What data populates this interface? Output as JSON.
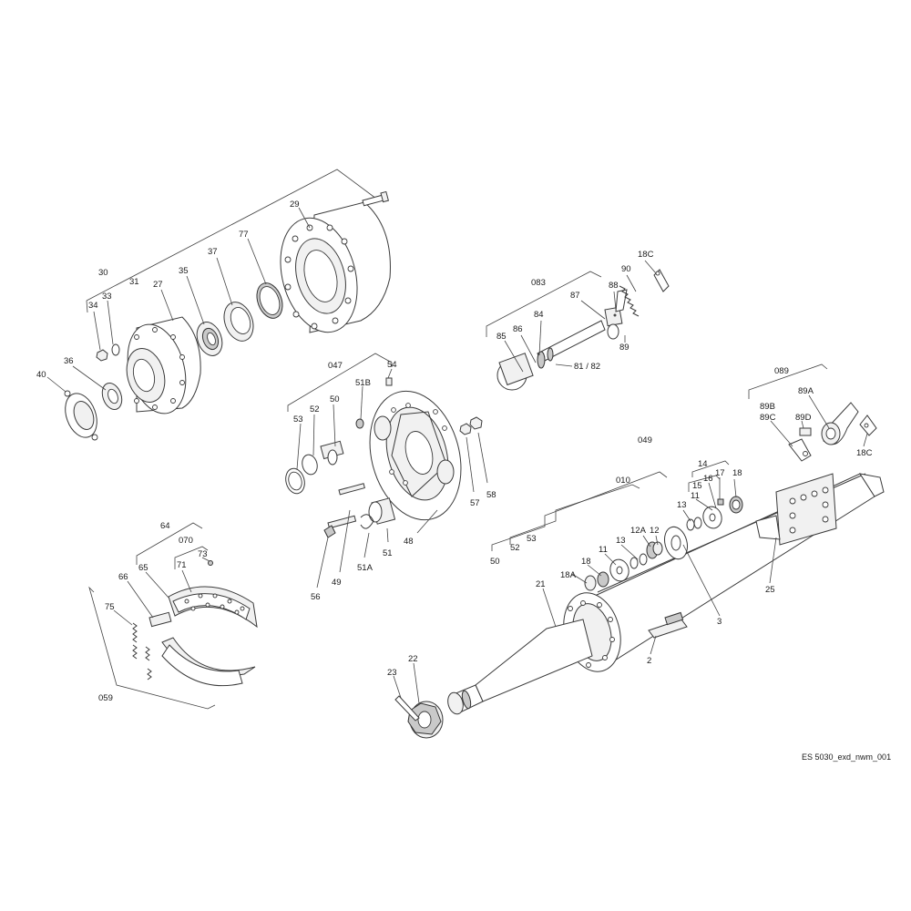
{
  "drawing_ref": "ES 5030_exd_nwm_001",
  "labels": {
    "l29": "29",
    "l77": "77",
    "l37": "37",
    "l35": "35",
    "l27": "27",
    "l31": "31",
    "l30": "30",
    "l33": "33",
    "l34": "34",
    "l36": "36",
    "l40": "40",
    "l047": "047",
    "l54": "54",
    "l51B": "51B",
    "l50a": "50",
    "l52a": "52",
    "l53a": "53",
    "l57": "57",
    "l58": "58",
    "l48": "48",
    "l51": "51",
    "l51A": "51A",
    "l49": "49",
    "l56": "56",
    "l64": "64",
    "l070": "070",
    "l73": "73",
    "l71": "71",
    "l65": "65",
    "l66": "66",
    "l75": "75",
    "l059": "059",
    "l083": "083",
    "l18C_top": "18C",
    "l90": "90",
    "l88": "88",
    "l87": "87",
    "l84": "84",
    "l86": "86",
    "l85": "85",
    "l89": "89",
    "l81_82": "81 / 82",
    "l089": "089",
    "l89A": "89A",
    "l89B": "89B",
    "l89C": "89C",
    "l89D": "89D",
    "l18C_right": "18C",
    "l049": "049",
    "l010": "010",
    "l14": "14",
    "l15": "15",
    "l16": "16",
    "l17": "17",
    "l18_top": "18",
    "l13_top": "13",
    "l11_top": "11",
    "l12A": "12A",
    "l12": "12",
    "l13_mid": "13",
    "l11_mid": "11",
    "l18_mid": "18",
    "l18A": "18A",
    "l21": "21",
    "l53b": "53",
    "l52b": "52",
    "l50b": "50",
    "l3": "3",
    "l25": "25",
    "l2": "2",
    "l22": "22",
    "l23": "23"
  }
}
